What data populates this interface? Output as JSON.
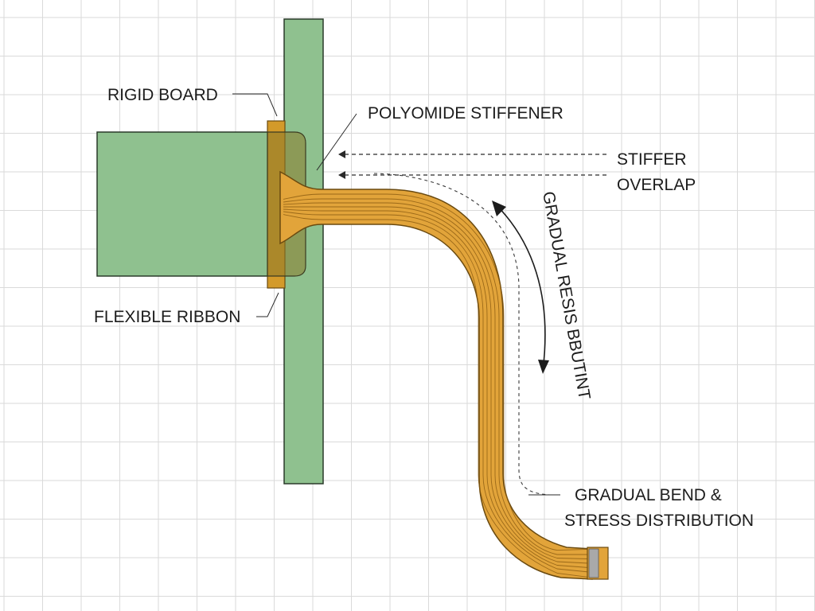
{
  "labels": {
    "rigid_board": "RIGID BOARD",
    "polyimide_stiffener": "POLYOMIDE STIFFENER",
    "stiffer_line1": "STIFFER",
    "stiffer_line2": "OVERLAP",
    "flexible_ribbon": "FLEXIBLE RIBBON",
    "rotated_annotation": "GRADUAL RESIS BBUTINT",
    "bend_line1": "GRADUAL BEND &",
    "bend_line2": "STRESS DISTRIBUTION"
  },
  "colors": {
    "background": "#ffffff",
    "grid": "#d9d9d9",
    "rigid_board_fill": "#8fc18f",
    "rigid_board_stroke": "#2a3a2a",
    "stiffener_fill": "#d39a2a",
    "stiffener_overlay": "#8a7a2a",
    "flex_fill": "#e2a43a",
    "flex_trace": "#8a5a10",
    "connector_fill": "#a9a9a9",
    "line": "#2a2a2a"
  }
}
